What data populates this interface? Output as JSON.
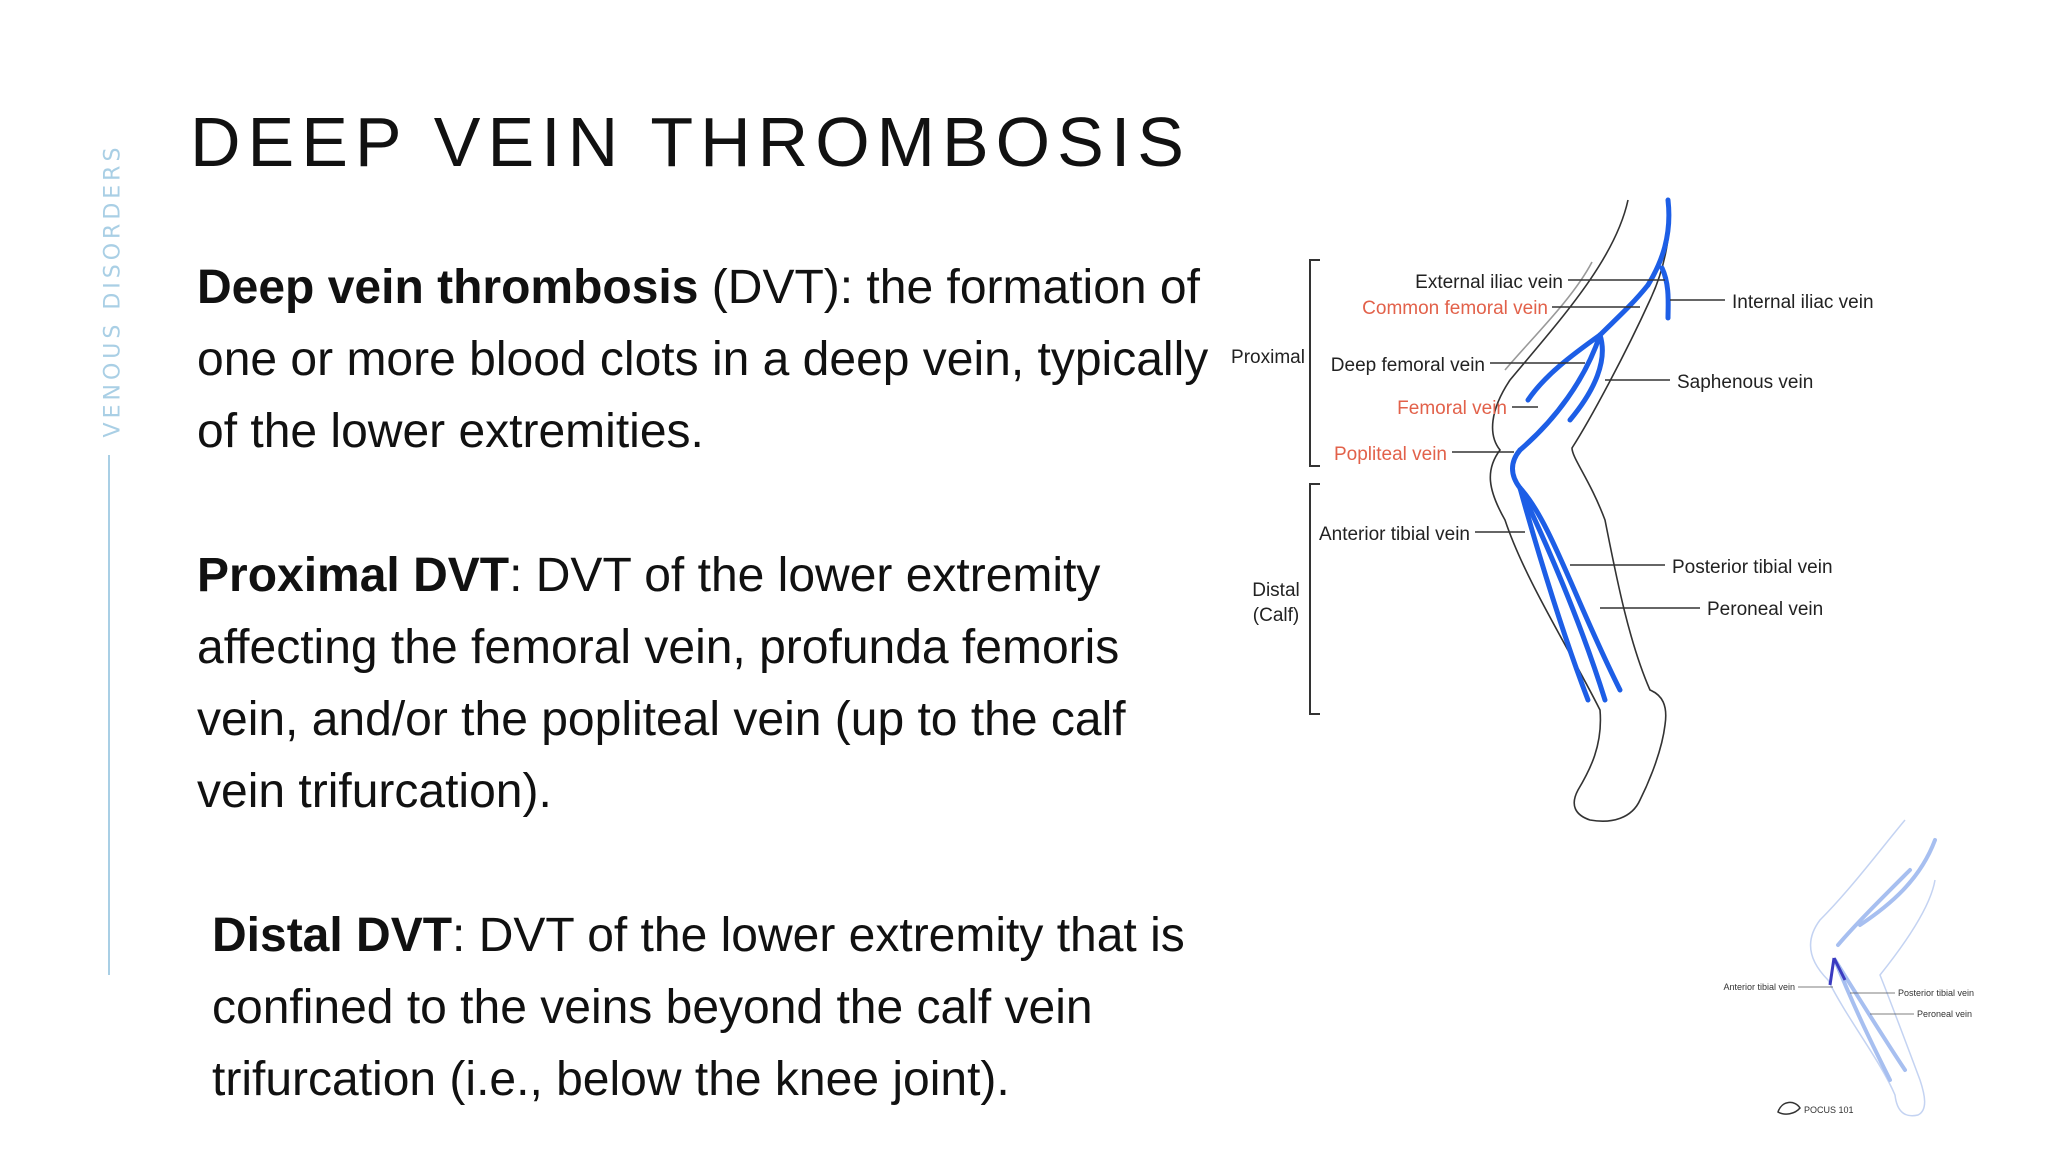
{
  "sidebar": {
    "section_label": "VENOUS DISORDERS"
  },
  "title": "DEEP VEIN THROMBOSIS",
  "definitions": [
    {
      "term": "Deep vein thrombosis",
      "text": " (DVT): the formation of one or more blood clots in a deep vein, typically of the lower extremities."
    },
    {
      "term": "Proximal DVT",
      "text": ": DVT of the lower extremity affecting the femoral vein, profunda femoris vein, and/or the popliteal vein (up to the calf vein trifurcation)."
    },
    {
      "term": "Distal DVT",
      "text": ": DVT of the lower extremity that is confined to the veins beyond the calf vein trifurcation (i.e., below the knee joint)."
    }
  ],
  "diagram": {
    "groups": {
      "proximal": "Proximal",
      "distal_line1": "Distal",
      "distal_line2": "(Calf)"
    },
    "labels": {
      "external_iliac": "External iliac vein",
      "common_femoral": "Common femoral vein",
      "deep_femoral": "Deep femoral vein",
      "femoral": "Femoral vein",
      "popliteal": "Popliteal vein",
      "anterior_tibial": "Anterior tibial vein",
      "internal_iliac": "Internal iliac vein",
      "saphenous": "Saphenous vein",
      "posterior_tibial": "Posterior tibial vein",
      "peroneal": "Peroneal vein"
    },
    "colors": {
      "vein": "#1d5ee6",
      "highlight_label": "#e2614a"
    }
  },
  "inset": {
    "labels": {
      "anterior_tibial": "Anterior tibial vein",
      "posterior_tibial": "Posterior tibial vein",
      "peroneal": "Peroneal vein"
    },
    "logo_text": "POCUS 101"
  }
}
